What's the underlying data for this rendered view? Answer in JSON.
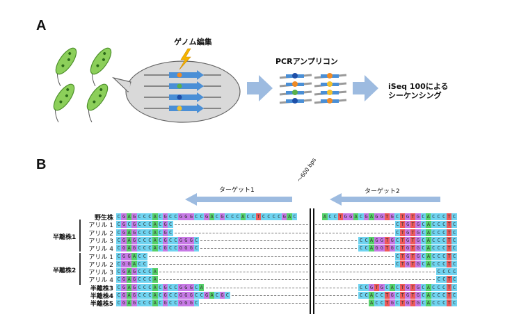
{
  "panels": {
    "a": "A",
    "b": "B"
  },
  "workflow": {
    "genome_editing": "ゲノム編集",
    "pcr_amplicon": "PCRアンプリコン",
    "iseq_line1": "iSeq 100による",
    "iseq_line2": "シーケンシング"
  },
  "targets": {
    "target1": "ターゲット1",
    "target2": "ターゲット2",
    "distance": "～600 bps"
  },
  "groups": {
    "hemi1": "半離株1",
    "hemi2": "半離株2"
  },
  "nt_colors": {
    "A": "#55d16a",
    "C": "#6fd3f0",
    "G": "#c779e6",
    "T": "#ef5a5a"
  },
  "reference": {
    "label": "野生株",
    "left": "CGAGCCCACGCCGGGCCGACGCCCACCTCCCCGAC",
    "right": "ACCTGGACGAGGTGCTGTGCACCCTC"
  },
  "rows": [
    {
      "label": "アリル 1",
      "group": "hemi1",
      "left": "CGCGCCCACGC",
      "right": "CTGTGCACCCTC"
    },
    {
      "label": "アリル 2",
      "group": "hemi1",
      "left": "CGAGCCCACGC",
      "right": "CTGTGCACCCTC"
    },
    {
      "label": "アリル 3",
      "group": "hemi1",
      "left": "CGAGCCCACGCCGGGC",
      "right": "CCAGGTGCTGTGCACCCTC"
    },
    {
      "label": "アリル 4",
      "group": "hemi1",
      "left": "CGAGCCCACGCCGGGC",
      "right": "CCAGGTGCTGTGCACCCTC"
    },
    {
      "label": "アリル 1",
      "group": "hemi2",
      "left": "CGGACC",
      "right": "CTGTGCACCCTC"
    },
    {
      "label": "アリル 2",
      "group": "hemi2",
      "left": "CGGACC",
      "right": "CTGTGCACCCTC"
    },
    {
      "label": "アリル 3",
      "group": "hemi2",
      "left": "CGAGCCCA",
      "right": "CCCC"
    },
    {
      "label": "アリル 4",
      "group": "hemi2",
      "left": "CGAGCCCA",
      "right": "CCTC"
    },
    {
      "label": "半離株3",
      "group": "",
      "left": "CGAGCCCACGCCGGGCA",
      "right": "CCGTGCACTGTGCACCCTC"
    },
    {
      "label": "半離株4",
      "group": "",
      "left": "CGAGCCCACGCCGGGCCGACGC",
      "right": "CCACCTGCTGTGCACCCTC"
    },
    {
      "label": "半離株5",
      "group": "",
      "left": "CGAGCCCACGCCGGGC",
      "right": "ACCTGCTGTGCACCCTC"
    }
  ]
}
